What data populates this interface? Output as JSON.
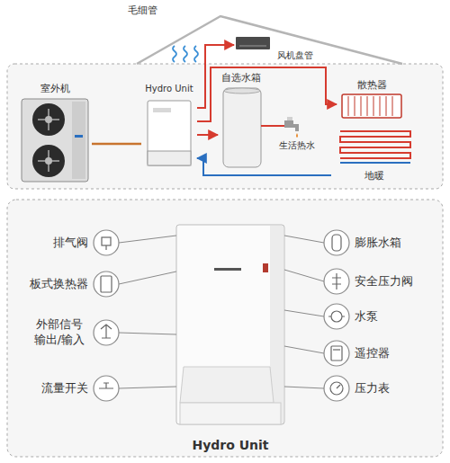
{
  "diagram": {
    "nodes": [
      {
        "text": [
          "室外机"
        ]
      },
      {
        "text": [
          "Hydro Unit"
        ]
      },
      {
        "text": [
          "自选水箱"
        ]
      },
      {
        "text": [
          "风机盘管"
        ]
      },
      {
        "text": [
          "散热器"
        ]
      },
      {
        "text": [
          "地暖"
        ]
      },
      {
        "text": [
          "Hydro Unit"
        ]
      }
    ],
    "edges": [
      {
        "from": 0,
        "to": 1,
        "arrow": "none"
      },
      {
        "from": 1,
        "to": 2,
        "arrow": "to"
      },
      {
        "from": 1,
        "to": 3,
        "arrow": "to"
      },
      {
        "from": 1,
        "to": 4,
        "arrow": "to"
      },
      {
        "from": 5,
        "to": 1,
        "arrow": "to"
      }
    ],
    "labels": [
      "毛细管",
      "生活热水",
      "排气阀",
      "板式换热器",
      "外部信号 输出/输入",
      "流量开关",
      "膨胀水箱",
      "安全压力阀",
      "水泵",
      "遥控器",
      "压力表"
    ]
  }
}
